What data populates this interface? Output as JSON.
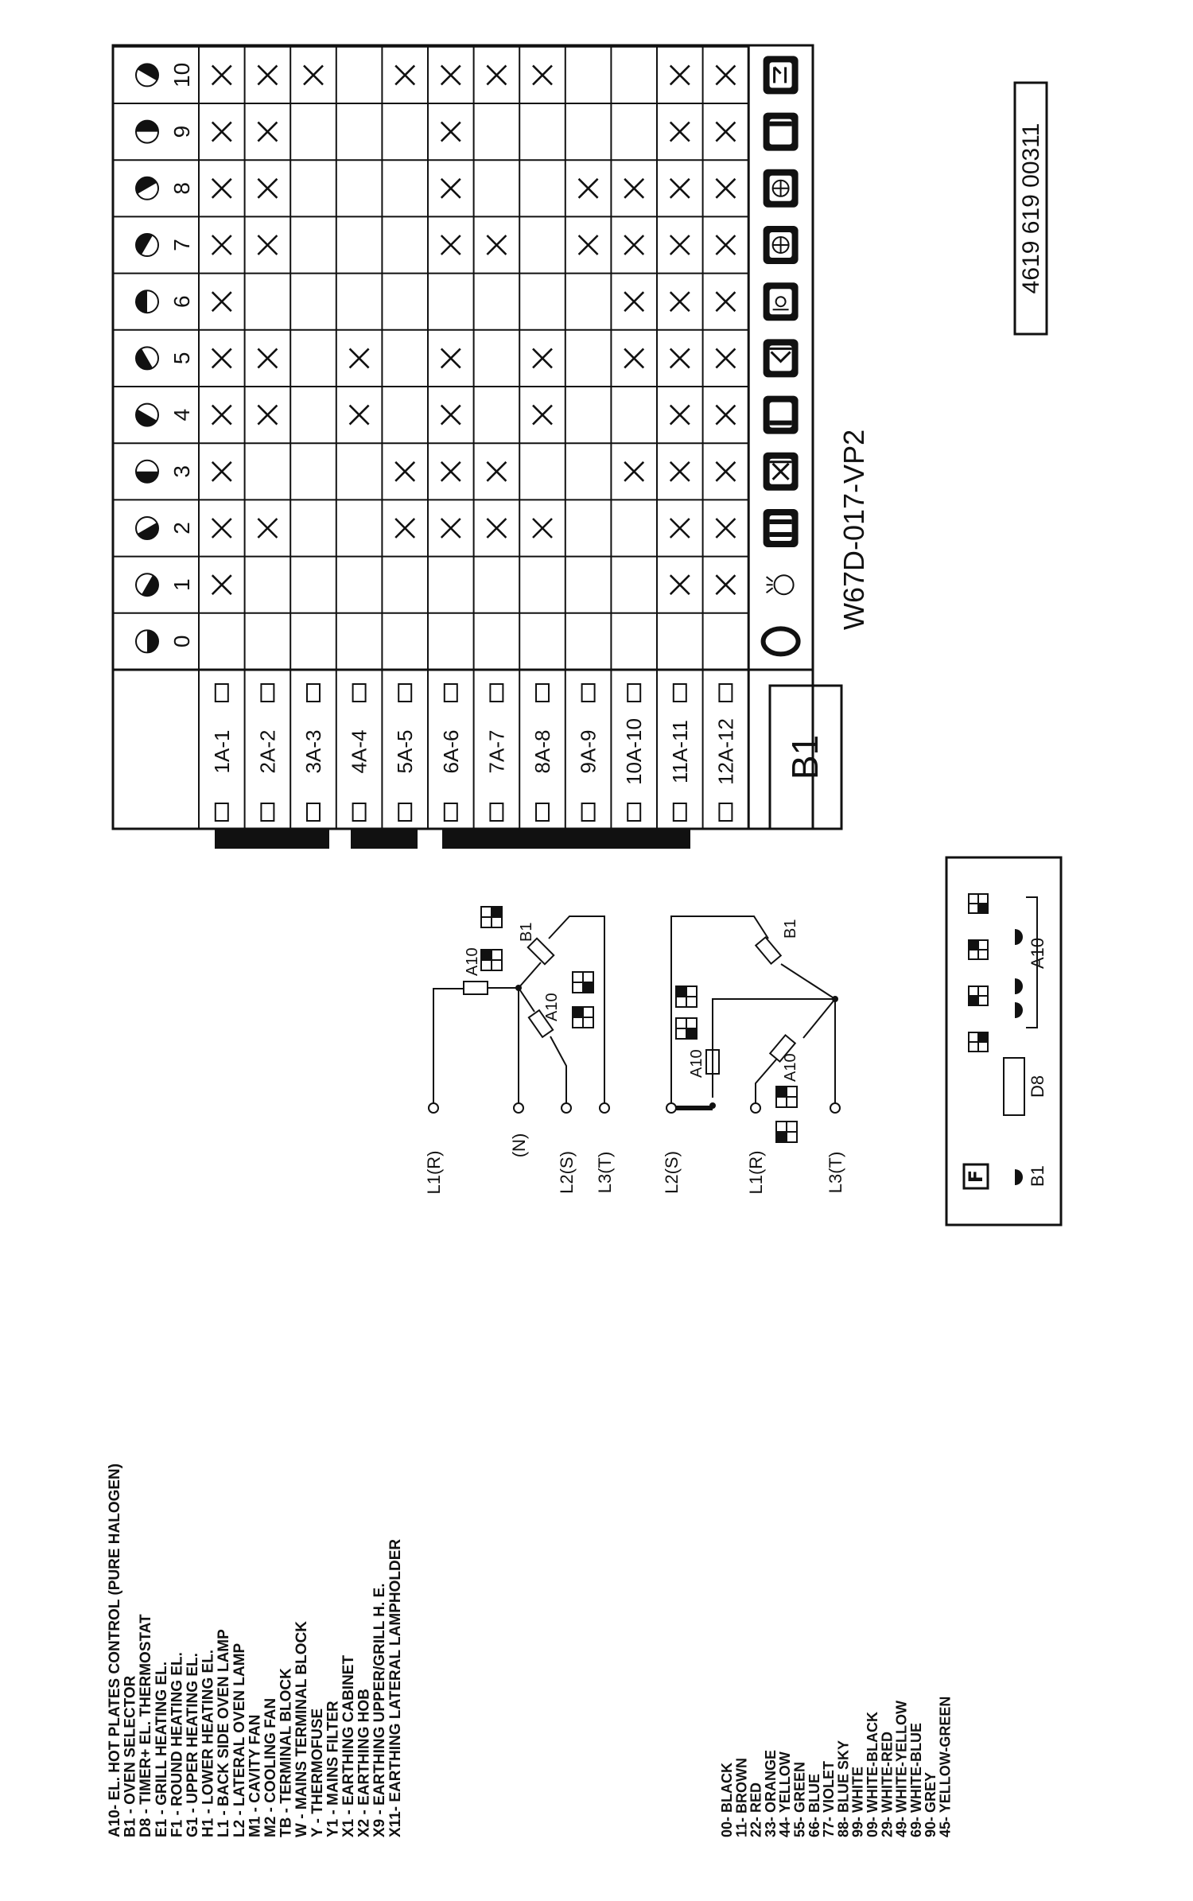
{
  "drawing_code": "W67D-017-VP2",
  "part_number": "4619 619 00311",
  "selector_label": "B1",
  "switch_grid": {
    "contacts": [
      "1A-1",
      "2A-2",
      "3A-3",
      "4A-4",
      "5A-5",
      "6A-6",
      "7A-7",
      "8A-8",
      "9A-9",
      "10A-10",
      "11A-11",
      "12A-12"
    ],
    "positions": [
      "0",
      "1",
      "2",
      "3",
      "4",
      "5",
      "6",
      "7",
      "8",
      "9",
      "10"
    ],
    "closed_matrix": [
      [
        0,
        1,
        1,
        1,
        1,
        1,
        1,
        1,
        1,
        1,
        1
      ],
      [
        0,
        0,
        1,
        0,
        1,
        1,
        0,
        1,
        1,
        1,
        1
      ],
      [
        0,
        0,
        0,
        0,
        0,
        0,
        0,
        0,
        0,
        0,
        1
      ],
      [
        0,
        0,
        0,
        0,
        1,
        1,
        0,
        0,
        0,
        0,
        0
      ],
      [
        0,
        0,
        1,
        1,
        0,
        0,
        0,
        0,
        0,
        0,
        1
      ],
      [
        0,
        0,
        1,
        1,
        1,
        1,
        0,
        1,
        1,
        1,
        1
      ],
      [
        0,
        0,
        1,
        1,
        0,
        0,
        0,
        1,
        0,
        0,
        1
      ],
      [
        0,
        0,
        1,
        0,
        1,
        1,
        0,
        0,
        0,
        0,
        1
      ],
      [
        0,
        0,
        0,
        0,
        0,
        0,
        0,
        1,
        1,
        0,
        0
      ],
      [
        0,
        0,
        0,
        1,
        0,
        1,
        1,
        1,
        1,
        0,
        0
      ],
      [
        0,
        1,
        1,
        1,
        1,
        1,
        1,
        1,
        1,
        1,
        1
      ],
      [
        0,
        1,
        1,
        1,
        1,
        1,
        1,
        1,
        1,
        1,
        1
      ]
    ],
    "function_icons": [
      "off-icon",
      "lamp-icon",
      "conventional-heat-icon",
      "grill-fan-icon",
      "bottom-heat-icon",
      "grill-icon",
      "fan-defrost-icon",
      "fan-ring-icon",
      "fan-assisted-icon",
      "top-heat-icon",
      "pyro-clean-icon"
    ]
  },
  "wiring": {
    "star": {
      "terminals": [
        "L1(R)",
        "(N)",
        "L2(S)",
        "L3(T)"
      ],
      "components": [
        "A10",
        "B1",
        "A10"
      ]
    },
    "delta": {
      "terminals": [
        "L2(S)",
        "L1(R)",
        "L3(T)"
      ],
      "components": [
        "A10",
        "B1",
        "A10"
      ]
    }
  },
  "panel": {
    "labels": [
      "B1",
      "D8",
      "A10"
    ],
    "left_symbol": "F"
  },
  "legend": {
    "components": [
      {
        "code": "A10-",
        "text": "EL. HOT PLATES CONTROL (PURE HALOGEN)"
      },
      {
        "code": "B1 -",
        "text": "OVEN SELECTOR"
      },
      {
        "code": "D8 -",
        "text": "TIMER+ EL. THERMOSTAT"
      },
      {
        "code": "E1 -",
        "text": "GRILL HEATING EL."
      },
      {
        "code": "F1 -",
        "text": "ROUND HEATING EL."
      },
      {
        "code": "G1 -",
        "text": "UPPER HEATING EL."
      },
      {
        "code": "H1 -",
        "text": "LOWER HEATING EL."
      },
      {
        "code": "L1 -",
        "text": "BACK SIDE OVEN LAMP"
      },
      {
        "code": "L2 -",
        "text": "LATERAL OVEN LAMP"
      },
      {
        "code": "M1 -",
        "text": "CAVITY FAN"
      },
      {
        "code": "M2 -",
        "text": "COOLING FAN"
      },
      {
        "code": "TB -",
        "text": "TERMINAL BLOCK"
      },
      {
        "code": "W -",
        "text": "MAINS TERMINAL BLOCK"
      },
      {
        "code": "Y -",
        "text": "THERMOFUSE"
      },
      {
        "code": "Y1 -",
        "text": "MAINS FILTER"
      },
      {
        "code": "X1 -",
        "text": "EARTHING CABINET"
      },
      {
        "code": "X2 -",
        "text": "EARTHING HOB"
      },
      {
        "code": "X9 -",
        "text": "EARTHING UPPER/GRILL H. E."
      },
      {
        "code": "X11-",
        "text": "EARTHING LATERAL LAMPHOLDER"
      }
    ],
    "colors": [
      {
        "code": "00-",
        "text": "BLACK"
      },
      {
        "code": "11-",
        "text": "BROWN"
      },
      {
        "code": "22-",
        "text": "RED"
      },
      {
        "code": "33-",
        "text": "ORANGE"
      },
      {
        "code": "44-",
        "text": "YELLOW"
      },
      {
        "code": "55-",
        "text": "GREEN"
      },
      {
        "code": "66-",
        "text": "BLUE"
      },
      {
        "code": "77-",
        "text": "VIOLET"
      },
      {
        "code": "88-",
        "text": "BLUE SKY"
      },
      {
        "code": "99-",
        "text": "WHITE"
      },
      {
        "code": "09-",
        "text": "WHITE-BLACK"
      },
      {
        "code": "29-",
        "text": "WHITE-RED"
      },
      {
        "code": "49-",
        "text": "WHITE-YELLOW"
      },
      {
        "code": "69-",
        "text": "WHITE-BLUE"
      },
      {
        "code": "90-",
        "text": "GREY"
      },
      {
        "code": "45-",
        "text": "YELLOW-GREEN"
      }
    ]
  }
}
